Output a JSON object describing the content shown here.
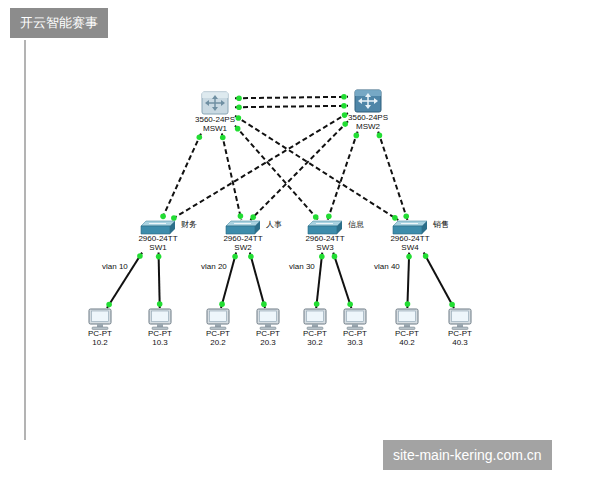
{
  "diagram": {
    "nodes": [
      {
        "text": [
          "3560-24PS",
          "MSW1"
        ]
      },
      {
        "text": [
          "3560-24PS",
          "MSW2"
        ]
      },
      {
        "text": [
          "2960-24TT",
          "SW1",
          "财务"
        ]
      },
      {
        "text": [
          "2960-24TT",
          "SW2",
          "人事"
        ]
      },
      {
        "text": [
          "2960-24TT",
          "SW3",
          "信息"
        ]
      },
      {
        "text": [
          "2960-24TT",
          "SW4",
          "销售"
        ]
      },
      {
        "text": [
          "PC-PT",
          "10.2"
        ]
      },
      {
        "text": [
          "PC-PT",
          "10.3"
        ]
      },
      {
        "text": [
          "PC-PT",
          "20.2"
        ]
      },
      {
        "text": [
          "PC-PT",
          "20.3"
        ]
      },
      {
        "text": [
          "PC-PT",
          "30.2"
        ]
      },
      {
        "text": [
          "PC-PT",
          "30.3"
        ]
      },
      {
        "text": [
          "PC-PT",
          "40.2"
        ]
      },
      {
        "text": [
          "PC-PT",
          "40.3"
        ]
      }
    ],
    "edges": [
      {
        "from": 0,
        "to": 1,
        "arrow": "none"
      },
      {
        "from": 0,
        "to": 1,
        "arrow": "none"
      },
      {
        "from": 0,
        "to": 2,
        "arrow": "none"
      },
      {
        "from": 0,
        "to": 3,
        "arrow": "none"
      },
      {
        "from": 0,
        "to": 4,
        "arrow": "none"
      },
      {
        "from": 0,
        "to": 5,
        "arrow": "none"
      },
      {
        "from": 1,
        "to": 2,
        "arrow": "none"
      },
      {
        "from": 1,
        "to": 3,
        "arrow": "none"
      },
      {
        "from": 1,
        "to": 4,
        "arrow": "none"
      },
      {
        "from": 1,
        "to": 5,
        "arrow": "none"
      },
      {
        "from": 2,
        "to": 6,
        "arrow": "none"
      },
      {
        "from": 2,
        "to": 7,
        "arrow": "none"
      },
      {
        "from": 3,
        "to": 8,
        "arrow": "none"
      },
      {
        "from": 3,
        "to": 9,
        "arrow": "none"
      },
      {
        "from": 4,
        "to": 10,
        "arrow": "none"
      },
      {
        "from": 4,
        "to": 11,
        "arrow": "none"
      },
      {
        "from": 5,
        "to": 12,
        "arrow": "none"
      },
      {
        "from": 5,
        "to": 13,
        "arrow": "none"
      }
    ],
    "labels": [
      "vlan 10",
      "vlan 20",
      "vlan 30",
      "vlan 40",
      "开云智能赛事",
      "site-main-kering.com.cn"
    ]
  }
}
